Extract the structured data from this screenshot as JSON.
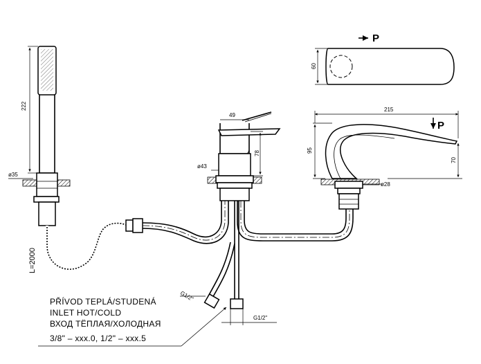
{
  "drawing": {
    "dimensions": {
      "shower_length": "222",
      "shower_dia": "ø35",
      "hose_length": "L=2000",
      "body_width": "49",
      "body_height": "78",
      "body_dia": "ø43",
      "spout_length": "215",
      "spout_height": "95",
      "spout_outlet_height": "70",
      "spout_dia": "ø28",
      "top_view_width": "60",
      "inlet_thread_left": "G1/2\"",
      "inlet_thread_right": "G1/2\""
    },
    "view_markers": {
      "top_arrow": "P",
      "spout_arrow": "P"
    },
    "note": {
      "line1": "PŘÍVOD TEPLÁ/STUDENÁ",
      "line2": "INLET HOT/COLD",
      "line3": "ВХОД ТЁПЛАЯ/ХОЛОДНАЯ",
      "line4": "3/8\" – xxx.0, 1/2\" – xxx.5"
    }
  }
}
